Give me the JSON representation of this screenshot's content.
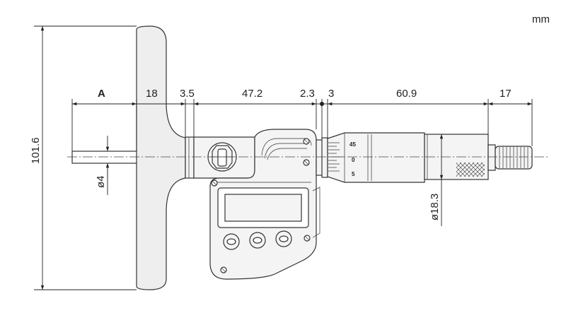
{
  "unit": "mm",
  "dimensions": {
    "a": "A",
    "d18": "18",
    "d3_5": "3.5",
    "d47_2": "47.2",
    "d2_3": "2.3",
    "d3": "3",
    "d60_9": "60.9",
    "d17": "17",
    "height": "101.6",
    "rod_dia": "ø4",
    "thimble_dia": "ø18.3"
  },
  "thimble_scale": [
    "45",
    "0",
    "5"
  ]
}
